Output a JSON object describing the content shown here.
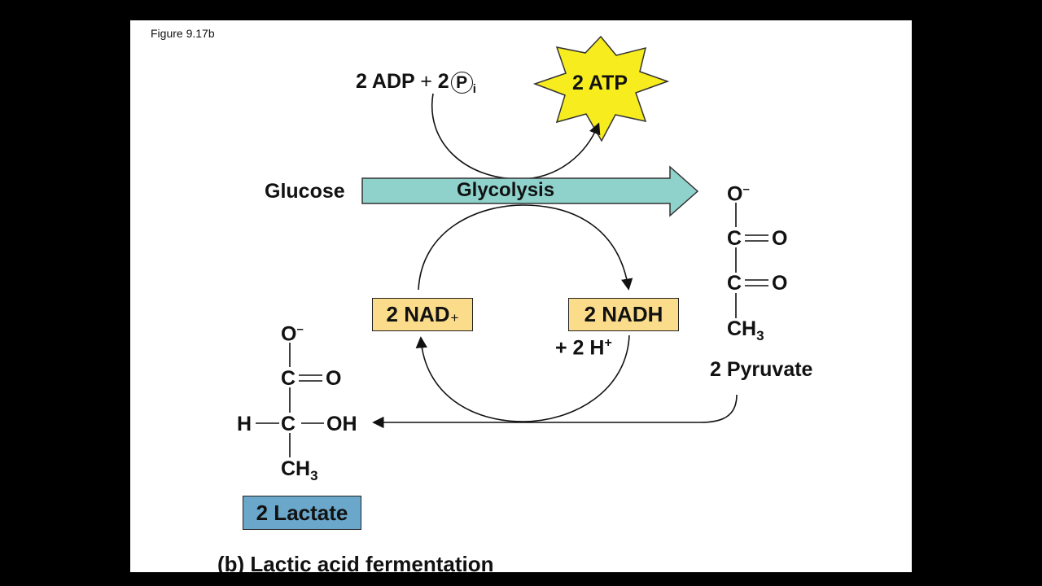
{
  "figure_label": "Figure 9.17b",
  "inputs": {
    "adp": "2 ADP",
    "plus": "+",
    "pi_coef": "2",
    "pi_symbol": "P",
    "pi_sub": "i"
  },
  "atp_label": "2 ATP",
  "glucose_label": "Glucose",
  "glycolysis_label": "Glycolysis",
  "nad": {
    "text": "2 NAD",
    "sup": "+"
  },
  "nadh": {
    "text": "2 NADH"
  },
  "h_plus": {
    "text": "+ 2 H",
    "sup": "+"
  },
  "pyruvate": {
    "o_minus": "O",
    "o_minus_sup": "–",
    "c1": "C",
    "o1": "O",
    "c2": "C",
    "o2": "O",
    "ch": "CH",
    "ch_sub": "3",
    "label": "2 Pyruvate"
  },
  "lactate": {
    "o_minus": "O",
    "o_minus_sup": "–",
    "c1": "C",
    "o1": "O",
    "h": "H",
    "c2": "C",
    "oh": "OH",
    "ch": "CH",
    "ch_sub": "3",
    "label": "2 Lactate"
  },
  "caption": "(b) Lactic acid fermentation",
  "colors": {
    "atp_star": "#f7ec1e",
    "glycolysis_arrow": "#8fd2cc",
    "nad_box": "#fbdc8a",
    "lactate_box": "#6aa7cb"
  }
}
